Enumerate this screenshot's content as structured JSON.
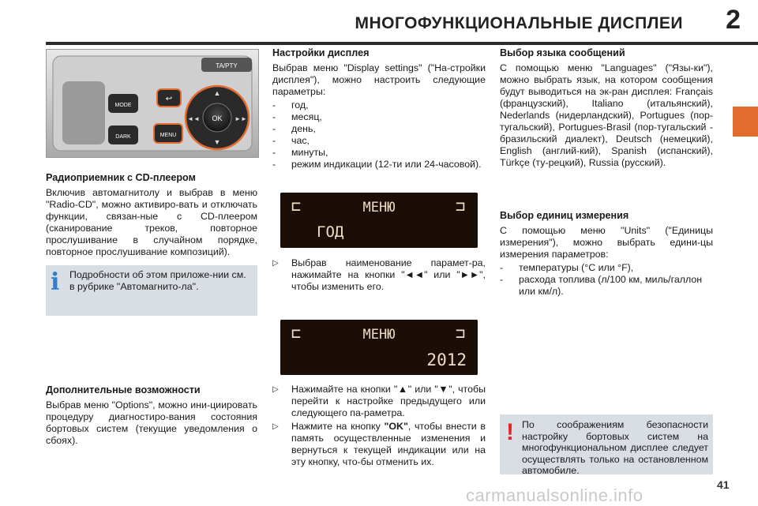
{
  "header": {
    "title": "МНОГОФУНКЦИОНАЛЬНЫЕ ДИСПЛЕИ",
    "chapter": "2"
  },
  "radio_buttons": {
    "ta": "TA/PTY",
    "mode": "MODE",
    "dark": "DARK",
    "menu": "MENU",
    "ok": "OK"
  },
  "col1": {
    "heading": "Радиоприемник с CD-плеером",
    "para": "Включив автомагнитолу и выбрав в меню \"Radio-CD\", можно активиро-вать и отключать функции, связан-ные с CD-плеером (сканирование треков, повторное прослушивание в случайном порядке, повторное прослушивание композиций).",
    "info": "Подробности об этом приложе-нии см. в рубрике \"Автомагнито-ла\".",
    "extra_heading": "Дополнительные возможности",
    "extra_para": "Выбрав меню \"Options\", можно ини-циировать процедуру диагностиро-вания состояния бортовых систем (текущие уведомления о сбоях)."
  },
  "col2": {
    "heading": "Настройки дисплея",
    "para": "Выбрав меню \"Display settings\" (\"На-стройки дисплея\"), можно настроить следующие параметры:",
    "items": [
      "год,",
      "месяц,",
      "день,",
      "час,",
      "минуты,",
      "режим индикации (12-ти или 24-часовой)."
    ],
    "lcd1": {
      "menu": "МЕНЮ",
      "value": "ГОД"
    },
    "step1": "Выбрав наименование парамет-ра, нажимайте на кнопки \"◄◄\" или \"►►\", чтобы изменить его.",
    "lcd2": {
      "menu": "МЕНЮ",
      "value": "2012"
    },
    "step2": "Нажимайте на кнопки \"▲\" или \"▼\", чтобы перейти к настройке предыдущего или следующего па-раметра.",
    "step3_a": "Нажмите на кнопку ",
    "step3_ok": "\"OK\"",
    "step3_b": ", чтобы внести в память осуществленные изменения и вернуться к текущей индикации или на эту кнопку, что-бы отменить их."
  },
  "col3": {
    "heading": "Выбор языка сообщений",
    "para": "С помощью меню \"Languages\" (\"Язы-ки\"), можно выбрать язык, на котором сообщения будут выводиться на эк-ран дисплея: Français (французский), Italiano (итальянский), Nederlands (нидерландский), Portugues (пор-тугальский), Portugues-Brasil (пор-тугальский - бразильский диалект), Deutsch (немецкий), English (англий-кий), Spanish (испанский), Türkçe (ту-рецкий), Russia (русский).",
    "heading2": "Выбор единиц измерения",
    "para2": "С помощью меню \"Units\" (\"Единицы измерения\"), можно выбрать едини-цы измерения параметров:",
    "items2": [
      "температуры (°C или °F),",
      "расхода топлива (л/100 км, миль/галлон или км/л)."
    ],
    "warning": "По соображениям безопасности настройку бортовых систем на многофункциональном дисплее следует осуществлять только на остановленном автомобиле."
  },
  "footer": {
    "page": "41",
    "watermark": "carmanualsonline.info"
  },
  "colors": {
    "accent": "#e36d31",
    "info_bg": "#d9dde4",
    "info_icon": "#2f7fd1",
    "warning_icon": "#e3262c",
    "lcd_bg": "#1a0e07",
    "lcd_text": "#f0dcc6"
  }
}
